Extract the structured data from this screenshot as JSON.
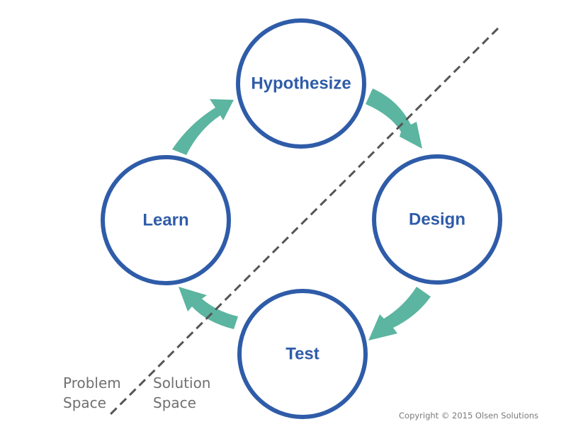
{
  "colors": {
    "circle_stroke": "#2f5ca8",
    "label_text": "#2f5ca8",
    "arrow_fill": "#5bb5a0",
    "divider": "#555555",
    "region_text": "#707070"
  },
  "nodes": {
    "hypothesize": "Hypothesize",
    "design": "Design",
    "test": "Test",
    "learn": "Learn"
  },
  "regions": {
    "problem": {
      "line1": "Problem",
      "line2": "Space"
    },
    "solution": {
      "line1": "Solution",
      "line2": "Space"
    }
  },
  "copyright": "Copyright © 2015 Olsen Solutions"
}
